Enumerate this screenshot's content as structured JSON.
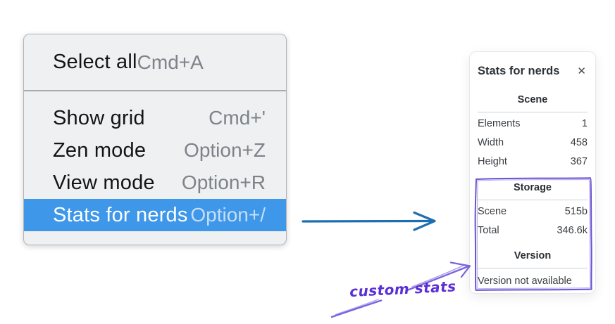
{
  "menu": {
    "sections": [
      {
        "items": [
          {
            "label": "Select all",
            "shortcut": "Cmd+A"
          }
        ]
      },
      {
        "items": [
          {
            "label": "Show grid",
            "shortcut": "Cmd+'"
          },
          {
            "label": "Zen mode",
            "shortcut": "Option+Z"
          },
          {
            "label": "View mode",
            "shortcut": "Option+R"
          },
          {
            "label": "Stats for nerds",
            "shortcut": "Option+/"
          }
        ]
      }
    ],
    "selected_item": "Stats for nerds"
  },
  "panel": {
    "title": "Stats for nerds",
    "sections": [
      {
        "header": "Scene",
        "rows": [
          [
            "Elements",
            "1"
          ],
          [
            "Width",
            "458"
          ],
          [
            "Height",
            "367"
          ]
        ]
      },
      {
        "header": "Storage",
        "rows": [
          [
            "Scene",
            "515b"
          ],
          [
            "Total",
            "346.6k"
          ]
        ]
      },
      {
        "header": "Version",
        "note": "Version not available"
      }
    ]
  },
  "icons": {
    "close": "✕"
  },
  "annotation": {
    "label": "custom stats"
  },
  "colors": {
    "menu_highlight": "#3e97e8",
    "menu_background": "#eef0f2",
    "flow_arrow_blue": "#1d6eb0",
    "annotation_text_purple": "#5a2fd6",
    "sketch_purple": "#7a63de",
    "highlight_box_purple": "#6b51d1"
  }
}
